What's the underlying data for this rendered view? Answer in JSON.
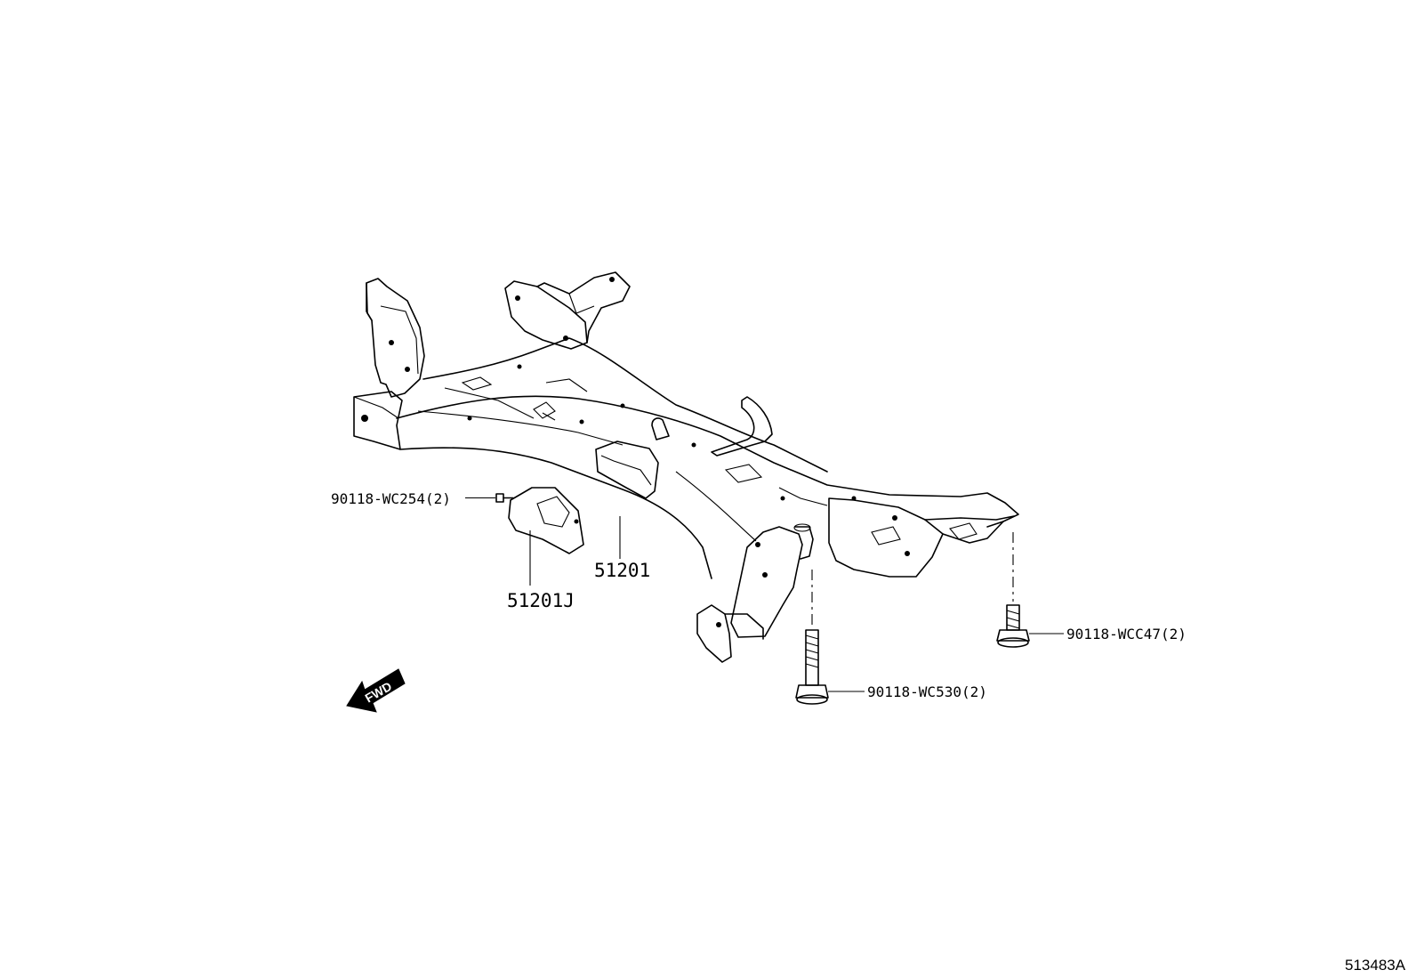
{
  "diagram": {
    "labels": {
      "bolt_small": "90118-WC254(2)",
      "plate": "51201J",
      "crossmember": "51201",
      "bolt_long": "90118-WC530(2)",
      "bolt_rear": "90118-WCC47(2)"
    },
    "fwd_arrow": "FWD",
    "figure_id": "513483A",
    "colors": {
      "line": "#000000",
      "background": "#ffffff"
    }
  }
}
